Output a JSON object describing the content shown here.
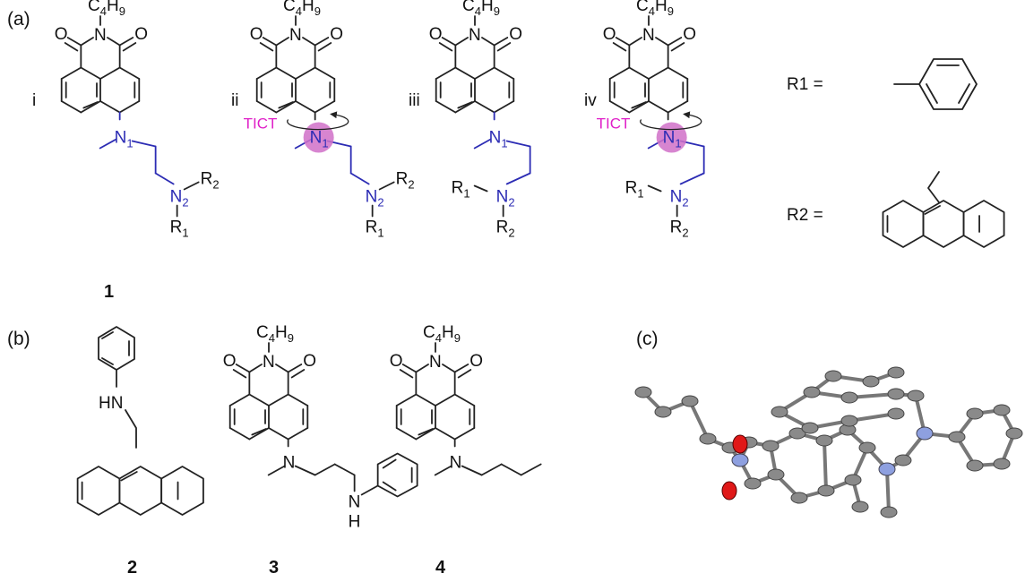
{
  "panel_labels": {
    "a": "(a)",
    "b": "(b)",
    "c": "(c)"
  },
  "variants": [
    "i",
    "ii",
    "iii",
    "iv"
  ],
  "butyl": "C4H9",
  "tict_label": "TICT",
  "atoms": {
    "O": "O",
    "N": "N",
    "HN": "HN",
    "NH": "N",
    "H": "H"
  },
  "labels": {
    "N1": "N1",
    "N2": "N2",
    "R1": "R1",
    "R2": "R2"
  },
  "r_defs": {
    "r1": "R1 =",
    "r2": "R2 ="
  },
  "compounds": [
    "1",
    "2",
    "3",
    "4"
  ],
  "colors": {
    "nitrogen": "#2c2cb4",
    "tict": "#e020c8",
    "highlight": "#d070c8",
    "oxygen": "#e01818",
    "crystal_n": "#8ea0e0",
    "crystal_c": "#8a8a8a"
  },
  "icons": {
    "rotation": "rotation-arrow-icon"
  }
}
